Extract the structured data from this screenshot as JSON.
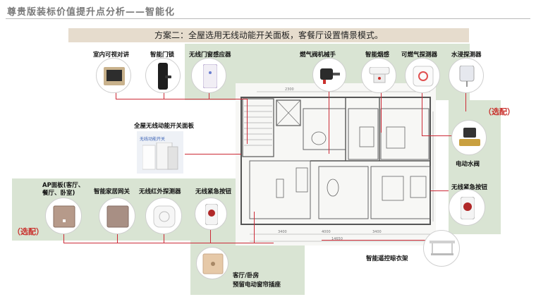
{
  "page_title": "尊贵版装标价值提升点分析——智能化",
  "scheme_banner": "方案二：全屋选用无线动能开关面板，客餐厅设置情景模式。",
  "devices": {
    "video_intercom": "室内可视对讲",
    "smart_lock": "智能门锁",
    "door_window_sensor": "无线门窗感应器",
    "gas_valve_manipulator": "燃气阀机械手",
    "smoke_detector": "智能烟感",
    "gas_detector": "可燃气探测器",
    "water_detector": "水浸探测器",
    "optional_right": "（选配）",
    "water_valve": "电动水阀",
    "whole_house_switch": "全屋无线动能开关面板",
    "ap_panel_line1": "AP面板(客厅、",
    "ap_panel_line2": "餐厅、卧室)",
    "smart_gateway": "智能家居网关",
    "ir_detector": "无线红外探测器",
    "emergency_button_left": "无线紧急按钮",
    "optional_left": "（选配）",
    "emergency_button_right": "无线紧急按钮",
    "drying_rack": "智能遥控晾衣架",
    "curtain_socket_line1": "客厅/卧房",
    "curtain_socket_line2": "预留电动窗帘插座"
  },
  "switch_image_text": "无线动能开关",
  "floorplan": {
    "dim_top": "2300",
    "dim_bottom_1": "3400",
    "dim_bottom_2": "4000",
    "dim_bottom_3": "3400",
    "dim_total": "14650"
  },
  "colors": {
    "zone_green": "#d9e4d3",
    "wire_red": "#cc2a36",
    "banner": "#e6dccd",
    "optional_text": "#c9302c"
  }
}
